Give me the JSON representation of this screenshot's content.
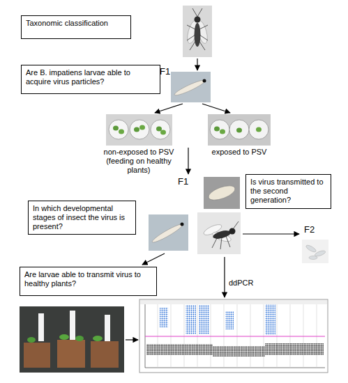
{
  "diagram": {
    "nodes": [
      {
        "text": [
          "Taxonomic classification"
        ]
      },
      {
        "text": [
          "Are B. impatiens larvae able to acquire virus particles?"
        ]
      },
      {
        "text": [
          "Is virus transmitted to the second generation?"
        ]
      },
      {
        "text": [
          "In which developmental stages of insect the virus is present?"
        ]
      },
      {
        "text": [
          "Are larvae able to transmit virus to healthy plants?"
        ]
      }
    ],
    "labels": [
      "F1",
      "non-exposed to PSV (feeding on healthy plants)",
      "exposed to PSV",
      "F1",
      "F2",
      "ddPCR"
    ]
  }
}
